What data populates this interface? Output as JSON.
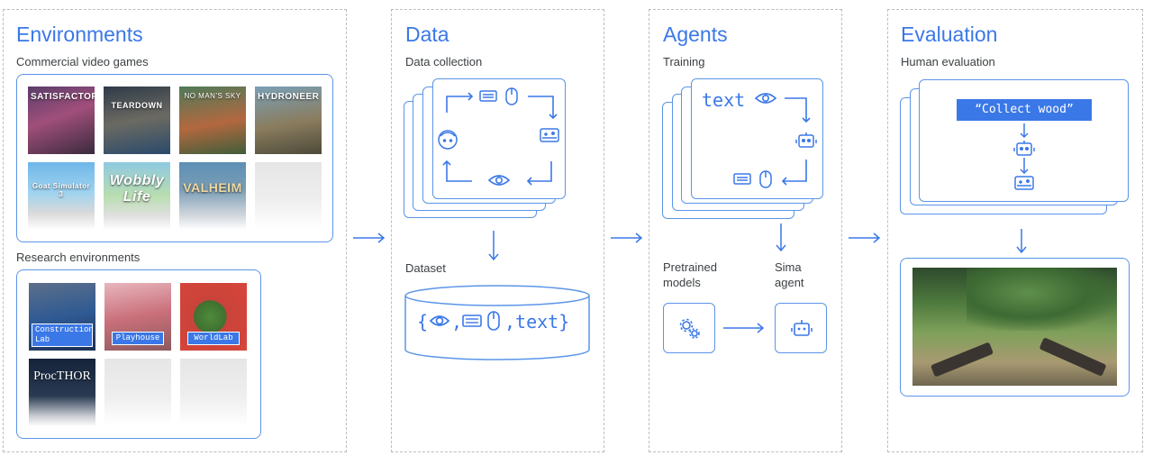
{
  "environments": {
    "title": "Environments",
    "commercial_label": "Commercial video games",
    "games": [
      "SATISFACTORY",
      "TEARDOWN",
      "NO MAN'S SKY",
      "HYDRONEER",
      "Goat Simulator 3",
      "Wobbly Life",
      "VALHEIM"
    ],
    "research_label": "Research environments",
    "research": [
      "Construction Lab",
      "Playhouse",
      "WorldLab",
      "ProcTHOR"
    ]
  },
  "data": {
    "title": "Data",
    "collection_label": "Data collection",
    "dataset_label": "Dataset",
    "dataset_prefix": "{",
    "dataset_comma1": ",",
    "dataset_text": ",text}"
  },
  "agents": {
    "title": "Agents",
    "training_label": "Training",
    "text_token": "text",
    "pretrained_label_1": "Pretrained",
    "pretrained_label_2": "models",
    "sima_label_1": "Sima",
    "sima_label_2": "agent"
  },
  "evaluation": {
    "title": "Evaluation",
    "human_label": "Human evaluation",
    "instruction": "“Collect wood”"
  },
  "colors": {
    "accent": "#3b78e7",
    "border": "#5b95e8",
    "dashed": "#bdbdbd"
  }
}
